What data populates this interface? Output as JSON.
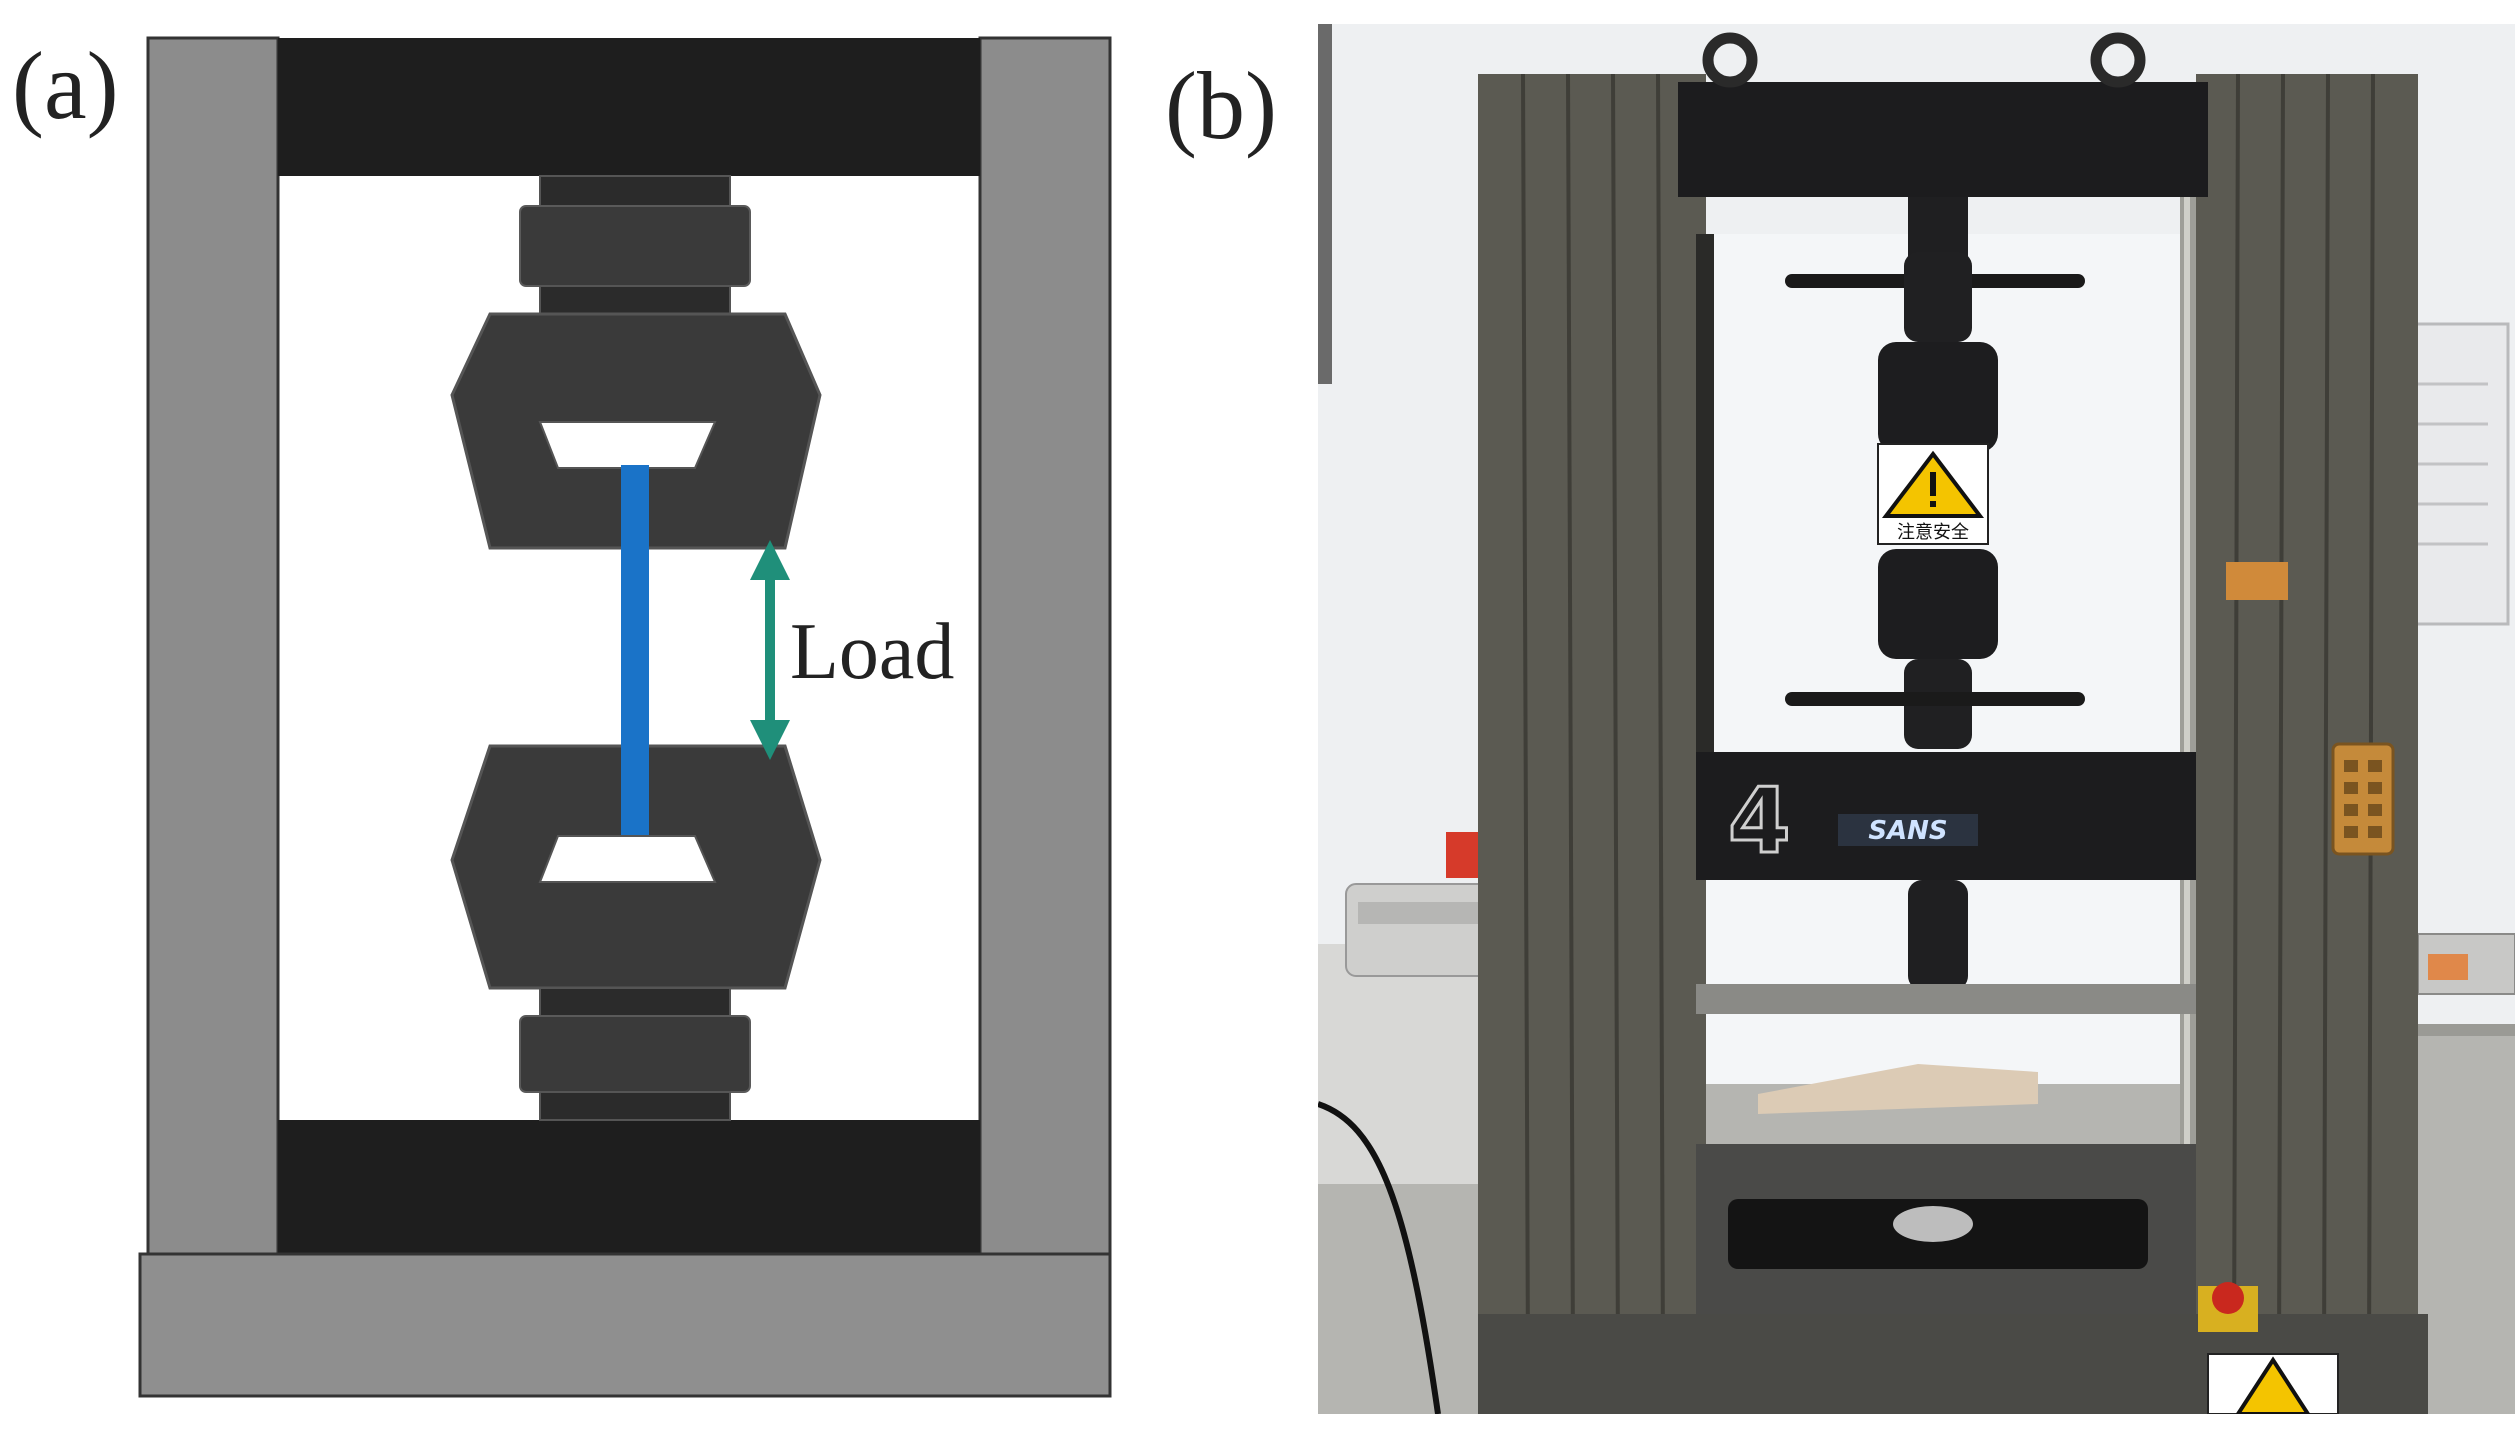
{
  "panel_a": {
    "label": "(a)",
    "load_label": "Load",
    "colors": {
      "frame_column": "#8c8c8c",
      "crosshead": "#1e1e1e",
      "grip": "#3a3a3a",
      "specimen": "#1a73c8",
      "load_arrow": "#1f8f7a",
      "base": "#8f8f8f"
    }
  },
  "panel_b": {
    "label": "(b)",
    "logo_text": "SANS",
    "warning_sign_text": "注意安全",
    "colors": {
      "wall": "#eef0f2",
      "column": "#5b5a52",
      "crosshead": "#1c1c1e",
      "floor": "#a8a8a4"
    }
  }
}
